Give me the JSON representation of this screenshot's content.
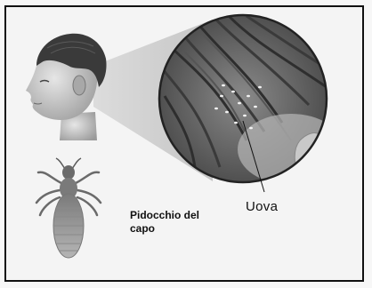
{
  "figure": {
    "label_eggs": "Uova",
    "label_louse_line1": "Pidocchio del",
    "label_louse_line2": "capo"
  },
  "colors": {
    "border": "#111111",
    "background": "#f4f4f4",
    "hair_dark": "#3a3a3a",
    "skin": "#d2d2d2"
  }
}
